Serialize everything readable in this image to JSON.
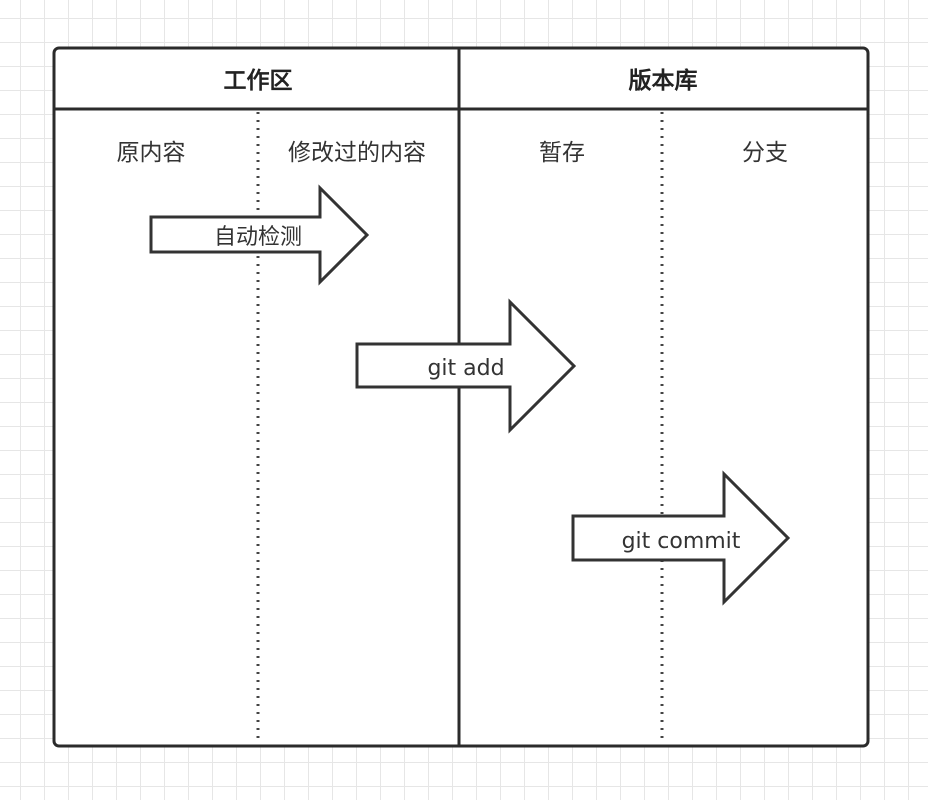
{
  "sections": {
    "workspace": {
      "title": "工作区",
      "columns": [
        "原内容",
        "修改过的内容"
      ]
    },
    "repository": {
      "title": "版本库",
      "columns": [
        "暂存",
        "分支"
      ]
    }
  },
  "arrows": [
    {
      "label": "自动检测"
    },
    {
      "label": "git add"
    },
    {
      "label": "git commit"
    }
  ]
}
